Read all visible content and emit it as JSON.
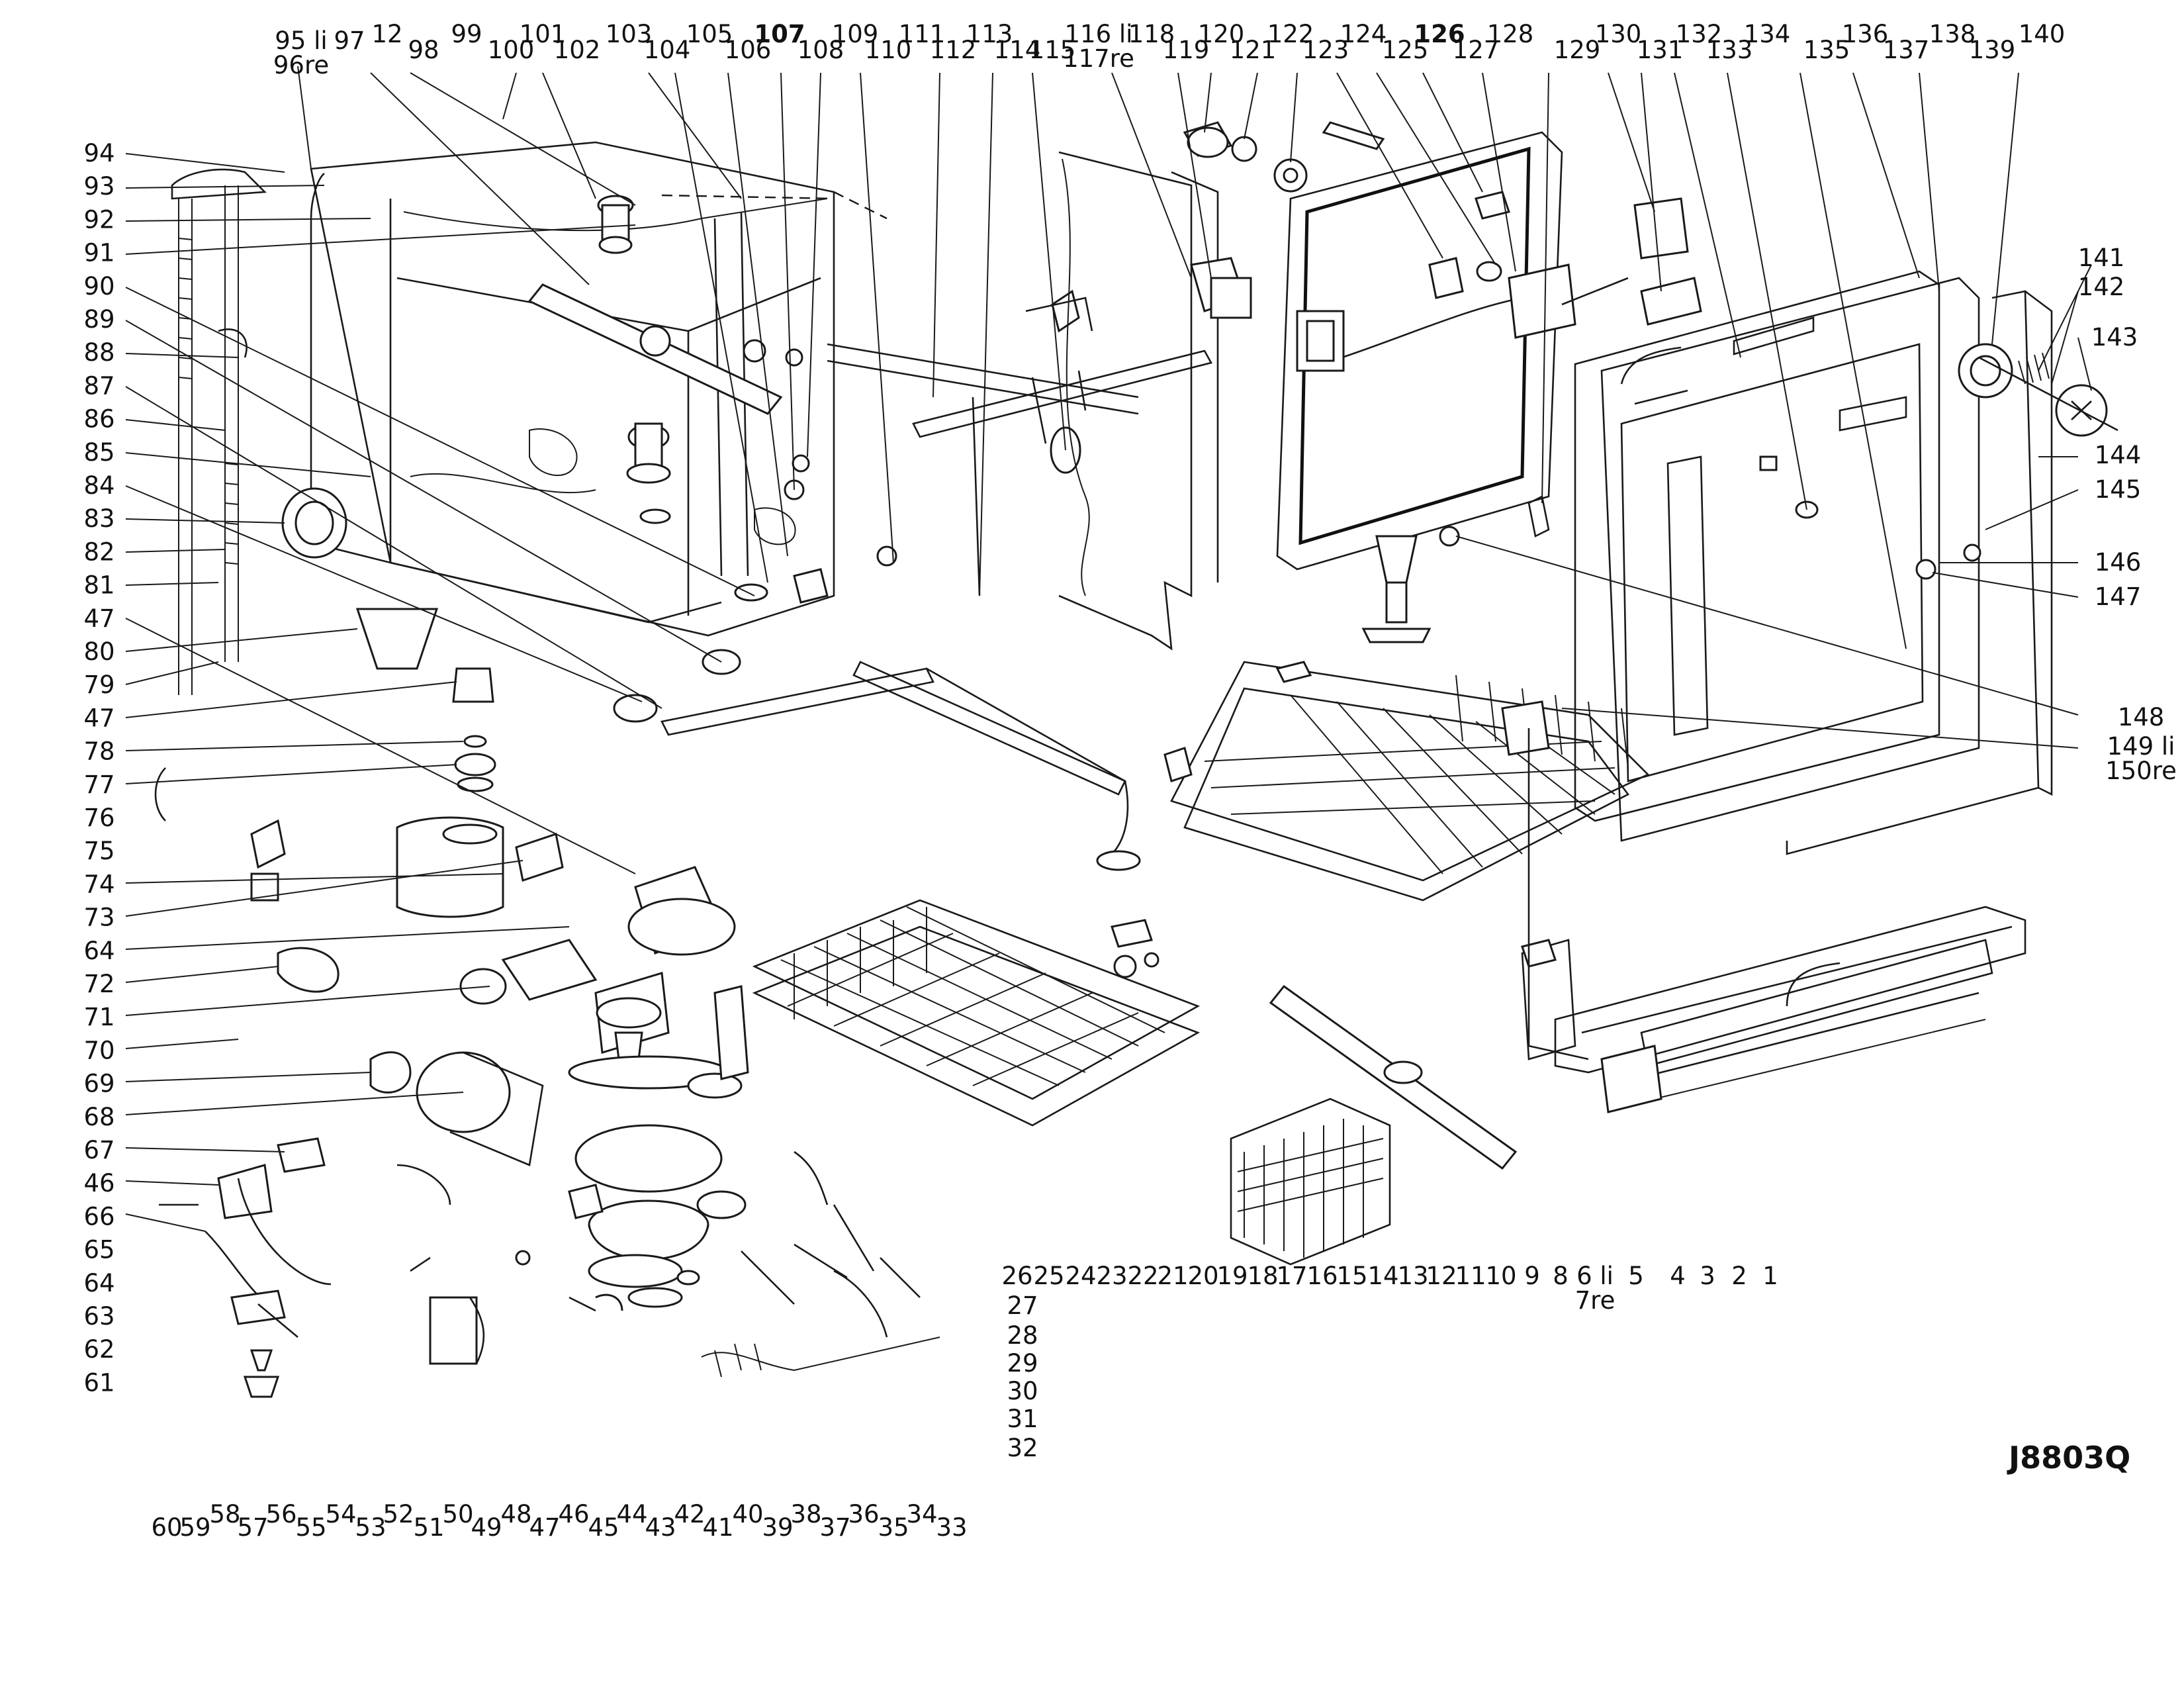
{
  "drawing_code": "J8803Q",
  "callouts_top": [
    {
      "id": "95li",
      "lines": [
        "95 li",
        "96re"
      ]
    },
    {
      "id": "97",
      "lines": [
        "97"
      ]
    },
    {
      "id": "12t",
      "lines": [
        "12"
      ]
    },
    {
      "id": "98",
      "lines": [
        "98"
      ]
    },
    {
      "id": "99",
      "lines": [
        "99"
      ]
    },
    {
      "id": "100",
      "lines": [
        "100"
      ]
    },
    {
      "id": "101",
      "lines": [
        "101"
      ]
    },
    {
      "id": "102",
      "lines": [
        "102"
      ]
    },
    {
      "id": "103",
      "lines": [
        "103"
      ]
    },
    {
      "id": "104",
      "lines": [
        "104"
      ]
    },
    {
      "id": "105",
      "lines": [
        "105"
      ]
    },
    {
      "id": "106",
      "lines": [
        "106"
      ]
    },
    {
      "id": "107",
      "lines": [
        "107"
      ],
      "bold": true
    },
    {
      "id": "108",
      "lines": [
        "108"
      ]
    },
    {
      "id": "109",
      "lines": [
        "109"
      ]
    },
    {
      "id": "110",
      "lines": [
        "110"
      ]
    },
    {
      "id": "111",
      "lines": [
        "111"
      ]
    },
    {
      "id": "112",
      "lines": [
        "112"
      ]
    },
    {
      "id": "113",
      "lines": [
        "113"
      ]
    },
    {
      "id": "114",
      "lines": [
        "114"
      ]
    },
    {
      "id": "115",
      "lines": [
        "115"
      ]
    },
    {
      "id": "116li",
      "lines": [
        "116 li",
        "117re"
      ]
    },
    {
      "id": "118",
      "lines": [
        "118"
      ]
    },
    {
      "id": "119",
      "lines": [
        "119"
      ]
    },
    {
      "id": "120",
      "lines": [
        "120"
      ]
    },
    {
      "id": "121",
      "lines": [
        "121"
      ]
    },
    {
      "id": "122",
      "lines": [
        "122"
      ]
    },
    {
      "id": "123",
      "lines": [
        "123"
      ]
    },
    {
      "id": "124",
      "lines": [
        "124"
      ]
    },
    {
      "id": "125",
      "lines": [
        "125"
      ]
    },
    {
      "id": "126",
      "lines": [
        "126"
      ],
      "bold": true
    },
    {
      "id": "127",
      "lines": [
        "127"
      ]
    },
    {
      "id": "128",
      "lines": [
        "128"
      ]
    },
    {
      "id": "129",
      "lines": [
        "129"
      ]
    },
    {
      "id": "130",
      "lines": [
        "130"
      ]
    },
    {
      "id": "131",
      "lines": [
        "131"
      ]
    },
    {
      "id": "132",
      "lines": [
        "132"
      ]
    },
    {
      "id": "133",
      "lines": [
        "133"
      ]
    },
    {
      "id": "134",
      "lines": [
        "134"
      ]
    },
    {
      "id": "135",
      "lines": [
        "135"
      ]
    },
    {
      "id": "136",
      "lines": [
        "136"
      ]
    },
    {
      "id": "137",
      "lines": [
        "137"
      ]
    },
    {
      "id": "138",
      "lines": [
        "138"
      ]
    },
    {
      "id": "139",
      "lines": [
        "139"
      ]
    },
    {
      "id": "140",
      "lines": [
        "140"
      ]
    }
  ],
  "callouts_left": [
    "94",
    "93",
    "92",
    "91",
    "90",
    "89",
    "88",
    "87",
    "86",
    "85",
    "84",
    "83",
    "82",
    "81",
    "47",
    "80",
    "79",
    "47",
    "78",
    "77",
    "76",
    "75",
    "74",
    "73",
    "64",
    "72",
    "71",
    "70",
    "69",
    "68",
    "67",
    "46",
    "66",
    "65",
    "64",
    "63",
    "62",
    "61"
  ],
  "callouts_right": [
    {
      "id": "141",
      "lines": [
        "141"
      ]
    },
    {
      "id": "142",
      "lines": [
        "142"
      ]
    },
    {
      "id": "143",
      "lines": [
        "143"
      ]
    },
    {
      "id": "144",
      "lines": [
        "144"
      ]
    },
    {
      "id": "145",
      "lines": [
        "145"
      ]
    },
    {
      "id": "146",
      "lines": [
        "146"
      ]
    },
    {
      "id": "147",
      "lines": [
        "147"
      ]
    },
    {
      "id": "148",
      "lines": [
        "148"
      ]
    },
    {
      "id": "149li",
      "lines": [
        "149 li",
        "150re"
      ]
    }
  ],
  "callouts_bottom_right": [
    {
      "id": "26",
      "lines": [
        "26"
      ]
    },
    {
      "id": "25",
      "lines": [
        "25"
      ]
    },
    {
      "id": "24",
      "lines": [
        "24"
      ]
    },
    {
      "id": "23",
      "lines": [
        "23"
      ]
    },
    {
      "id": "22",
      "lines": [
        "22"
      ]
    },
    {
      "id": "21",
      "lines": [
        "21"
      ]
    },
    {
      "id": "20",
      "lines": [
        "20"
      ]
    },
    {
      "id": "19",
      "lines": [
        "19"
      ]
    },
    {
      "id": "18",
      "lines": [
        "18"
      ]
    },
    {
      "id": "17",
      "lines": [
        "17"
      ]
    },
    {
      "id": "16",
      "lines": [
        "16"
      ]
    },
    {
      "id": "15",
      "lines": [
        "15"
      ]
    },
    {
      "id": "14",
      "lines": [
        "14"
      ]
    },
    {
      "id": "13",
      "lines": [
        "13"
      ]
    },
    {
      "id": "12",
      "lines": [
        "12"
      ]
    },
    {
      "id": "11",
      "lines": [
        "11"
      ]
    },
    {
      "id": "10",
      "lines": [
        "10"
      ]
    },
    {
      "id": "9",
      "lines": [
        "9"
      ]
    },
    {
      "id": "8",
      "lines": [
        "8"
      ]
    },
    {
      "id": "6li",
      "lines": [
        "6 li",
        "7re"
      ]
    },
    {
      "id": "5",
      "lines": [
        "5"
      ]
    },
    {
      "id": "4",
      "lines": [
        "4"
      ]
    },
    {
      "id": "3",
      "lines": [
        "3"
      ]
    },
    {
      "id": "2",
      "lines": [
        "2"
      ]
    },
    {
      "id": "1",
      "lines": [
        "1"
      ]
    }
  ],
  "callouts_center_diag": [
    "27",
    "28",
    "29",
    "30",
    "31",
    "32"
  ],
  "callouts_bottom": [
    "60",
    "59",
    "58",
    "57",
    "56",
    "55",
    "54",
    "53",
    "52",
    "51",
    "50",
    "49",
    "48",
    "47",
    "46",
    "45",
    "44",
    "43",
    "42",
    "41",
    "40",
    "39",
    "38",
    "37",
    "36",
    "35",
    "34",
    "33"
  ]
}
